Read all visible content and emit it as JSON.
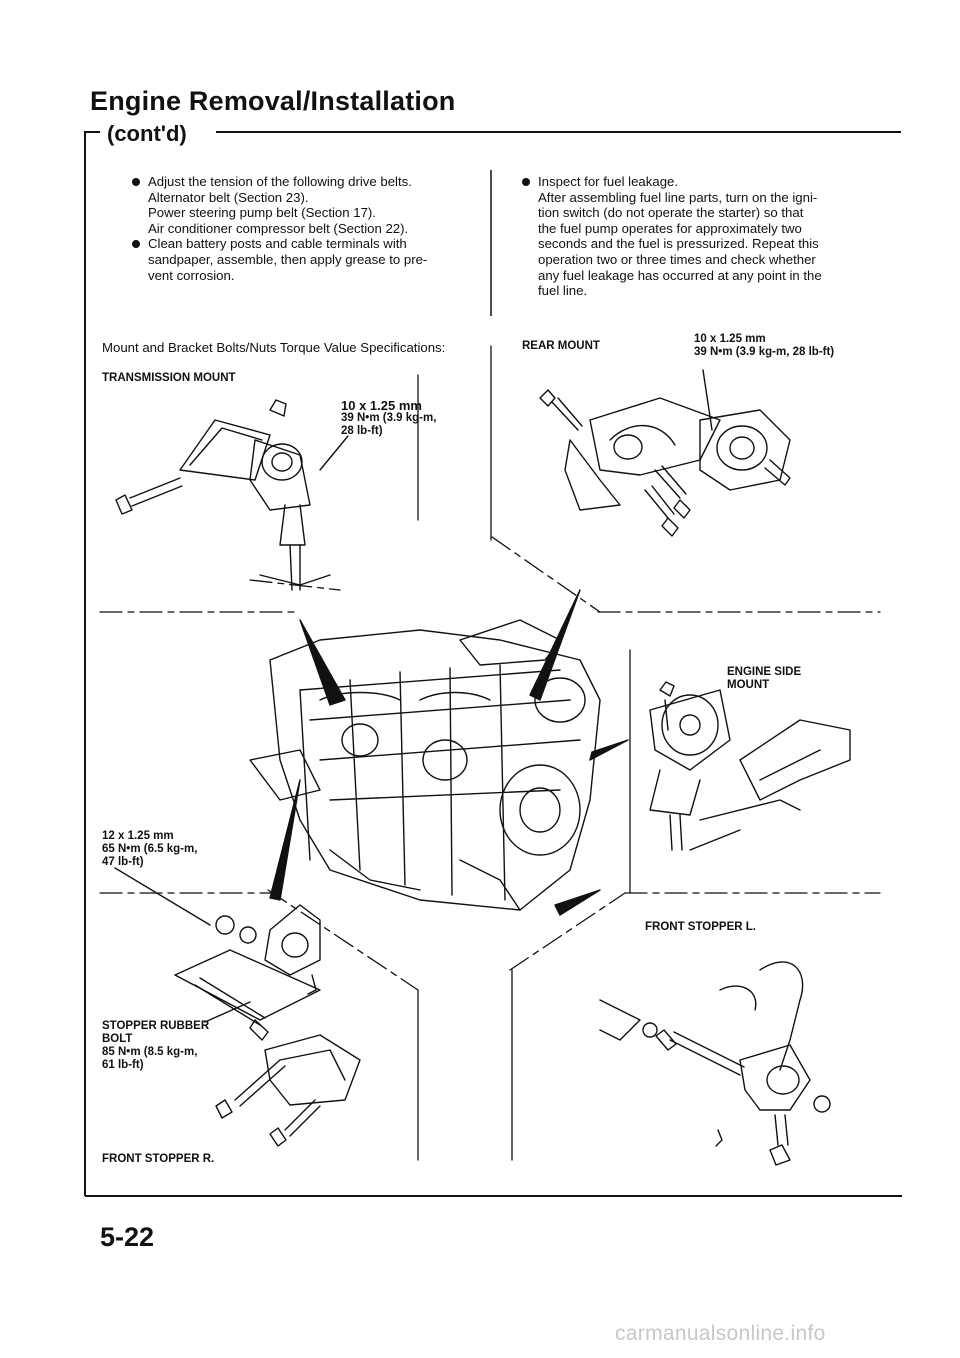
{
  "header": {
    "title": "Engine Removal/Installation",
    "subtitle": "(cont'd)"
  },
  "left_instructions": {
    "item1": "Adjust the tension of the following drive belts.",
    "item1_sub": [
      "Alternator belt (Section 23).",
      "Power steering pump belt (Section 17).",
      "Air conditioner compressor belt (Section 22)."
    ],
    "item2": [
      "Clean battery posts and cable terminals with",
      "sandpaper, assemble, then apply grease to pre-",
      "vent corrosion."
    ]
  },
  "right_instructions": {
    "item1_lines": [
      "Inspect for fuel leakage.",
      "After assembling fuel line parts, turn on the igni-",
      "tion switch (do not operate the starter) so that",
      "the fuel pump operates for approximately two",
      "seconds and the fuel is pressurized. Repeat this",
      "operation two or three times and check whether",
      "any fuel leakage has occurred at any point in the",
      "fuel line."
    ]
  },
  "spec_heading": "Mount and Bracket Bolts/Nuts Torque Value Specifications:",
  "diagram_labels": {
    "transmission_mount": "TRANSMISSION MOUNT",
    "transmission_spec": [
      "10 x 1.25 mm",
      "39 N•m (3.9 kg-m,",
      "28 lb-ft)"
    ],
    "rear_mount": "REAR MOUNT",
    "rear_spec": [
      "10 x 1.25 mm",
      "39 N•m (3.9 kg-m, 28 lb-ft)"
    ],
    "engine_side_mount": [
      "ENGINE SIDE",
      "MOUNT"
    ],
    "left_spec": [
      "12 x 1.25 mm",
      "65 N•m (6.5 kg-m,",
      "47 lb-ft)"
    ],
    "stopper_bolt": [
      "STOPPER RUBBER",
      "BOLT",
      "85 N•m (8.5 kg-m,",
      "61 lb-ft)"
    ],
    "front_stopper_r": "FRONT STOPPER R.",
    "front_stopper_l": "FRONT STOPPER L."
  },
  "page_number": "5-22",
  "watermark": "carmanualsonline.info"
}
